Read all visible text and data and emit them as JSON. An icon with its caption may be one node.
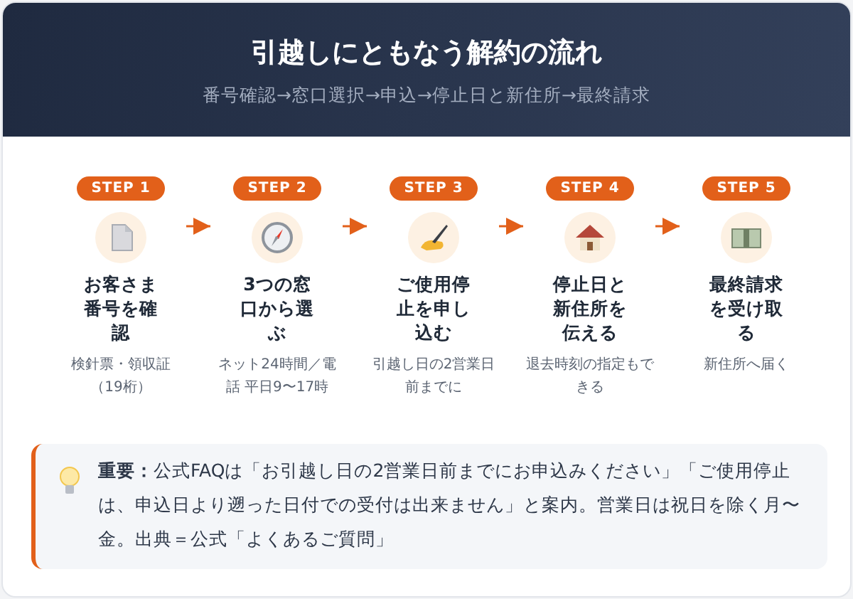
{
  "diagram": {
    "title": "引越しにともなう解約の流れ",
    "nodes": [
      {
        "text": [
          "STEP 1",
          "お客さま番号を確認",
          "検針票・領収証（19桁）"
        ]
      },
      {
        "text": [
          "STEP 2",
          "3つの窓口から選ぶ",
          "ネット24時間／電話 平日9〜17時"
        ]
      },
      {
        "text": [
          "STEP 3",
          "ご使用停止を申し込む",
          "引越し日の2営業日前までに"
        ]
      },
      {
        "text": [
          "STEP 4",
          "停止日と新住所を伝える",
          "退去時刻の指定もできる"
        ]
      },
      {
        "text": [
          "STEP 5",
          "最終請求を受け取る",
          "新住所へ届く"
        ]
      }
    ],
    "edges": [
      {
        "from": 0,
        "to": 1,
        "arrow": "to"
      },
      {
        "from": 1,
        "to": 2,
        "arrow": "to"
      },
      {
        "from": 2,
        "to": 3,
        "arrow": "to"
      },
      {
        "from": 3,
        "to": 4,
        "arrow": "to"
      }
    ],
    "labels": [
      "番号確認→窓口選択→申込→停止日と新住所→最終請求",
      "**重要：**公式FAQは「お引越し日の2営業日前までにお申込みください」「ご使用停止は、申込日より遡った日付での受付は出来ません」と案内。営業日は祝日を除く月〜金。出典＝公式「よくあるご質問」"
    ]
  }
}
